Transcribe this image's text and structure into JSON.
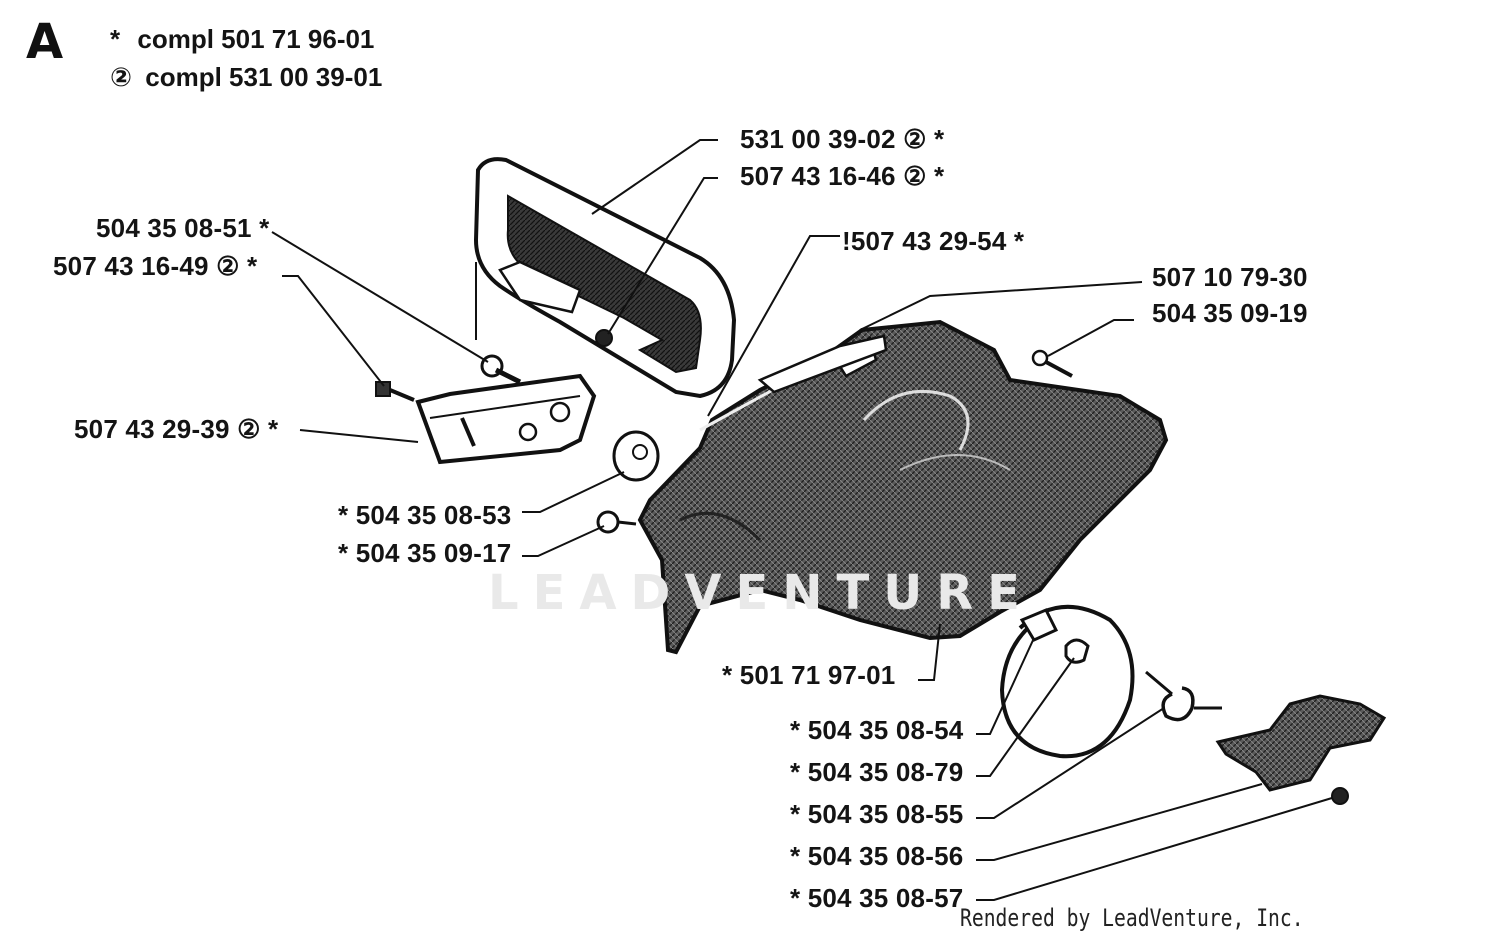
{
  "section": "A",
  "legend": [
    {
      "marker": "*",
      "text": "compl 501 71 96-01"
    },
    {
      "marker": "②",
      "text": "compl 531 00 39-01"
    }
  ],
  "parts": {
    "p531_00_39_02": "531 00 39-02  ②  *",
    "p507_43_16_46": "507 43 16-46  ②  *",
    "p504_35_08_51": "504 35 08-51  *",
    "p507_43_16_49": "507 43 16-49  ②  *",
    "p507_43_29_54": "!507 43 29-54  *",
    "p507_10_79_30": "507 10 79-30",
    "p504_35_09_19": "504 35 09-19",
    "p507_43_29_39": "507 43 29-39  ②  *",
    "p504_35_08_53": "*  504 35 08-53",
    "p504_35_09_17": "*  504 35 09-17",
    "p501_71_97_01": "*  501 71 97-01",
    "p504_35_08_54": "*  504 35 08-54",
    "p504_35_08_79": "*  504 35 08-79",
    "p504_35_08_55": "*  504 35 08-55",
    "p504_35_08_56": "*  504 35 08-56",
    "p504_35_08_57": "*  504 35 08-57"
  },
  "watermark": "LEADVENTURE",
  "credit": "Rendered by LeadVenture, Inc."
}
